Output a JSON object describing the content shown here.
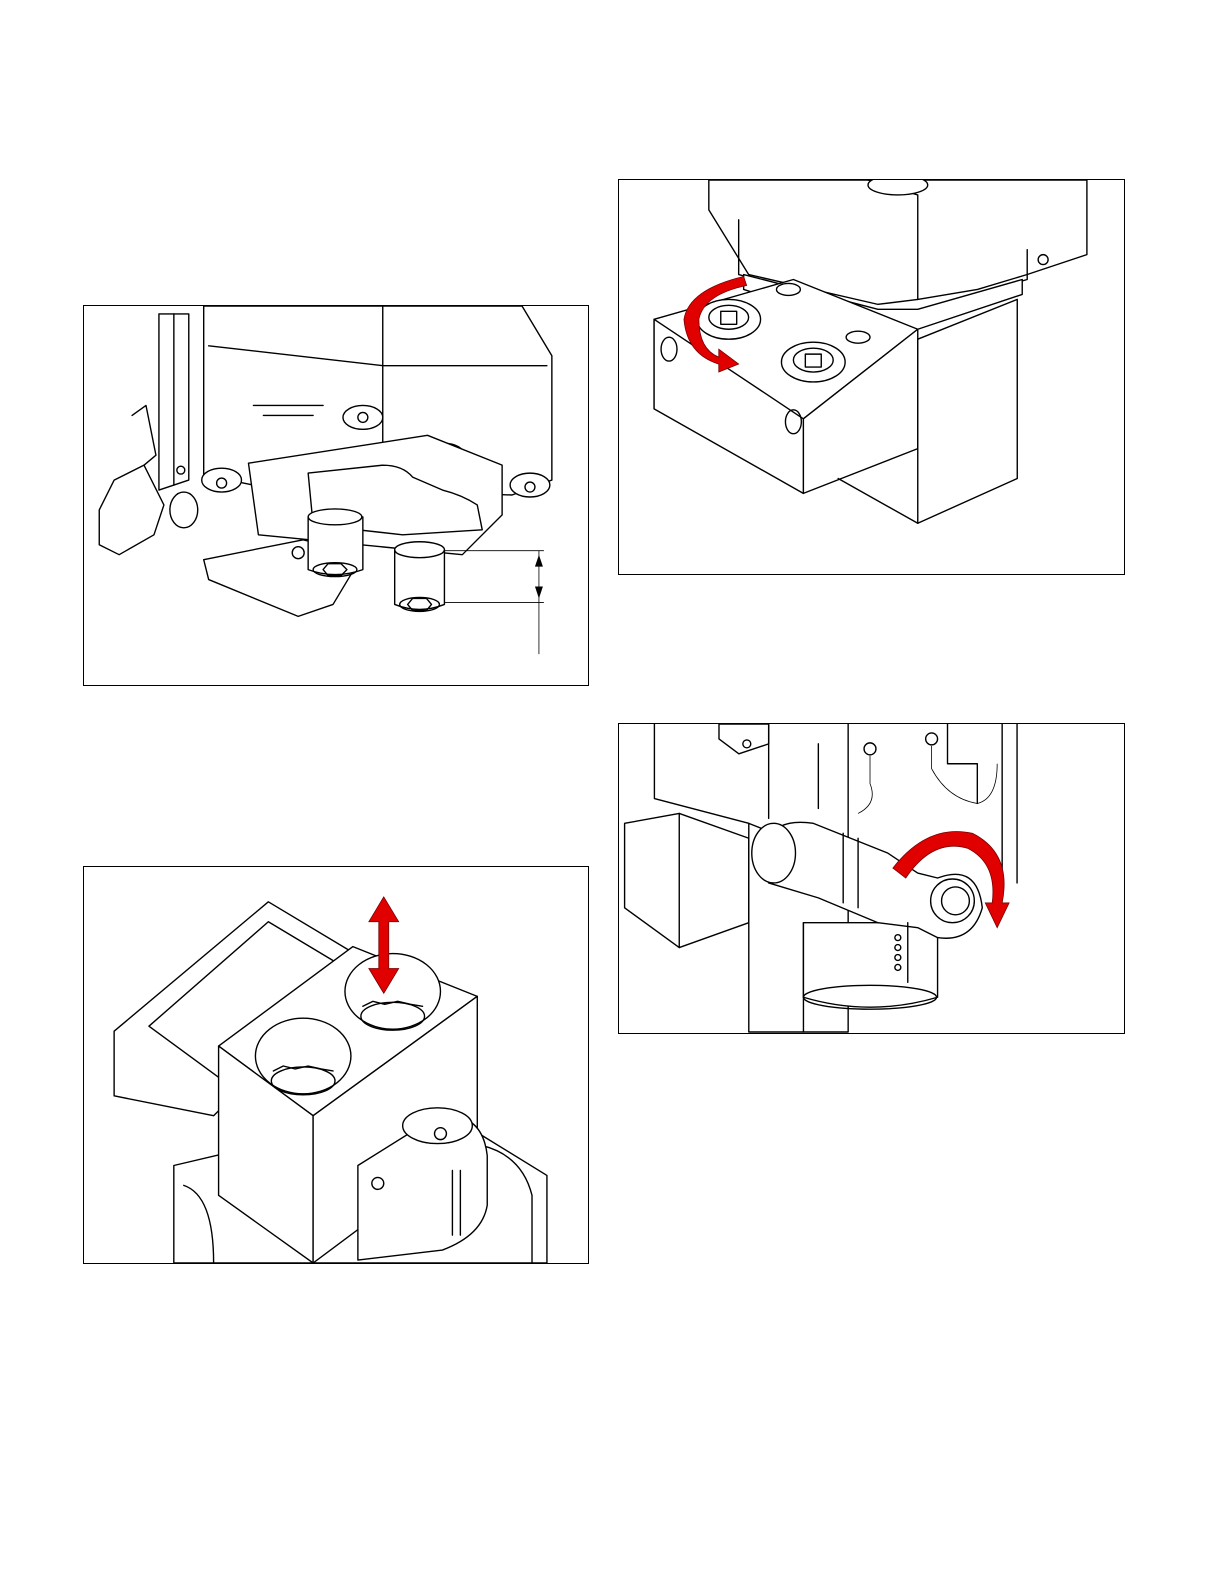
{
  "colors": {
    "arrow": "#e00000",
    "line": "#000000",
    "background": "#ffffff"
  },
  "figures": [
    {
      "id": "fig-1",
      "name": "motor-base-bottom-view-dimension"
    },
    {
      "id": "fig-2",
      "name": "pump-block-rotation"
    },
    {
      "id": "fig-3",
      "name": "wrench-nut-rotation"
    },
    {
      "id": "fig-4",
      "name": "block-bore-up-down"
    }
  ],
  "icons": [
    "rotation-arrow-icon",
    "double-headed-arrow-icon",
    "dimension-arrow-icon"
  ]
}
